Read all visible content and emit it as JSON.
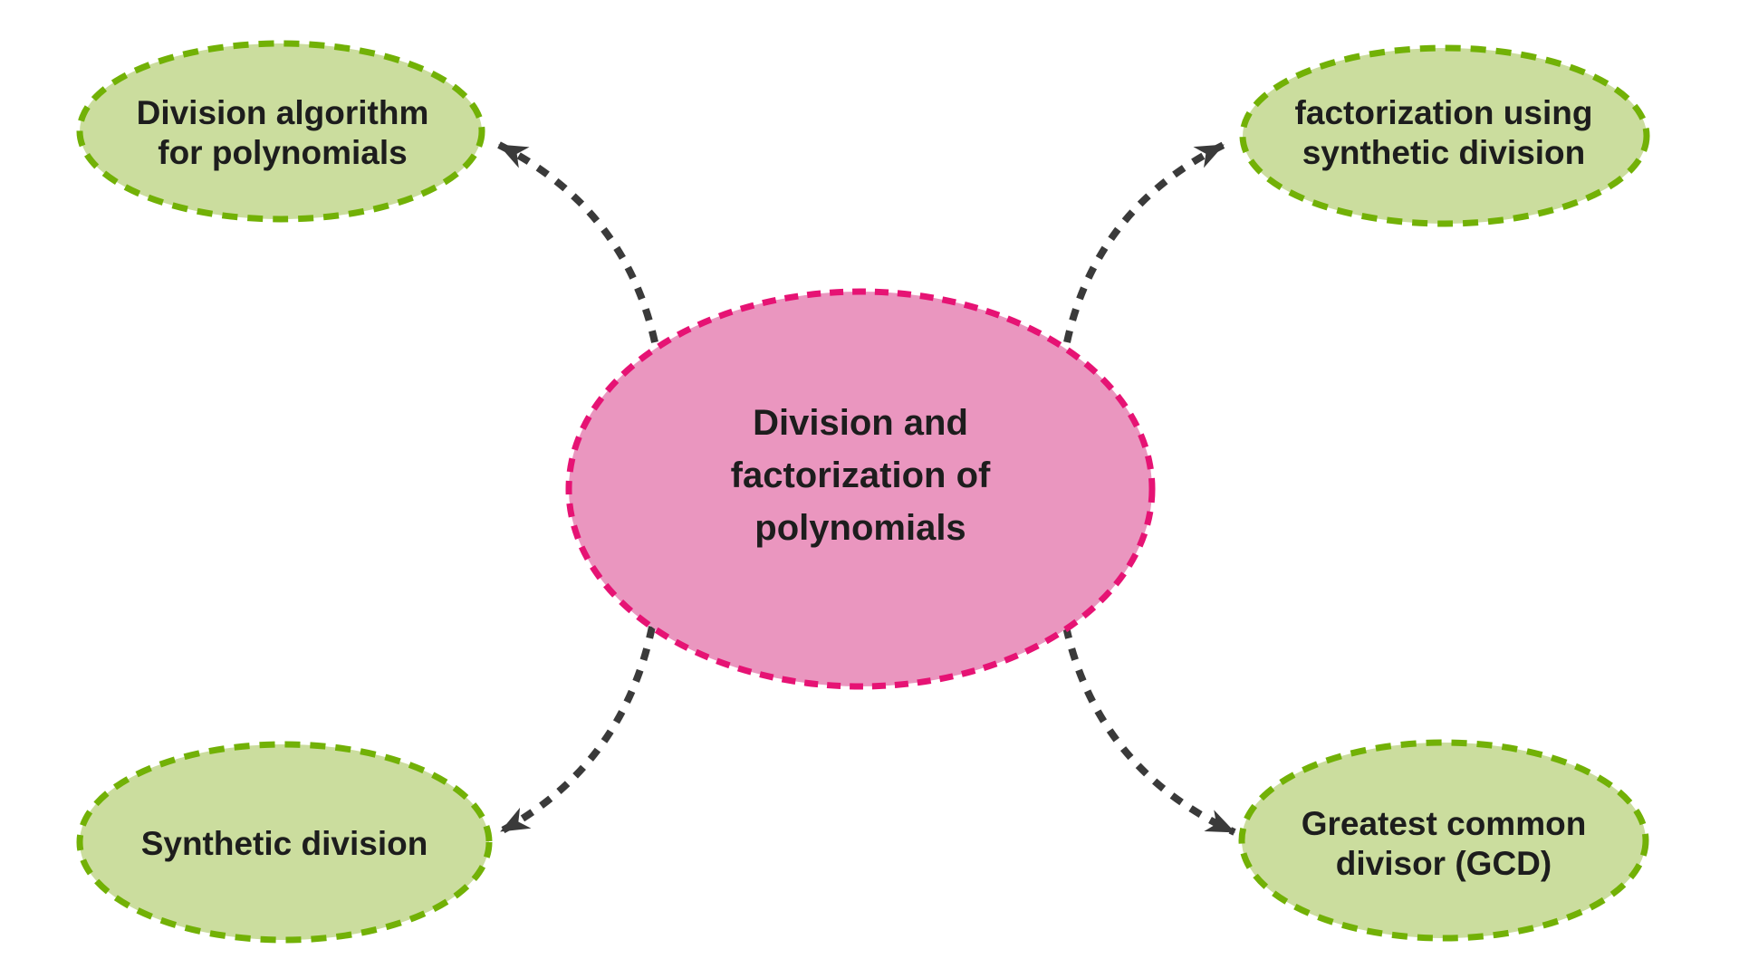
{
  "diagram": {
    "type": "mind-map",
    "central_node": {
      "id": "division-and-factorization-of-polynomials",
      "lines": [
        "Division and",
        "factorization of",
        "polynomials"
      ]
    },
    "nodes": [
      {
        "id": "division-algorithm-for-polynomials",
        "position": "top-left",
        "lines": [
          "Division algorithm",
          "for polynomials"
        ]
      },
      {
        "id": "factorization-using-synthetic-division",
        "position": "top-right",
        "lines": [
          "factorization using",
          "synthetic division"
        ]
      },
      {
        "id": "synthetic-division",
        "position": "bottom-left",
        "lines": [
          "Synthetic division",
          ""
        ]
      },
      {
        "id": "greatest-common-divisor",
        "position": "bottom-right",
        "lines": [
          "Greatest common",
          "divisor (GCD)"
        ]
      }
    ],
    "connectors": [
      {
        "from": "central",
        "to": "division-algorithm-for-polynomials",
        "style": "dashed-arrow"
      },
      {
        "from": "central",
        "to": "factorization-using-synthetic-division",
        "style": "dashed-arrow"
      },
      {
        "from": "central",
        "to": "synthetic-division",
        "style": "dashed-arrow"
      },
      {
        "from": "central",
        "to": "greatest-common-divisor",
        "style": "dashed-arrow"
      }
    ],
    "palette": {
      "background": "#ffffff",
      "central_fill": "#ea96bf",
      "central_border": "#e61374",
      "node_fill": "#cbdd9e",
      "node_border": "#72b106",
      "connector": "#3a3a3a",
      "text": "#1d1d1d"
    }
  }
}
